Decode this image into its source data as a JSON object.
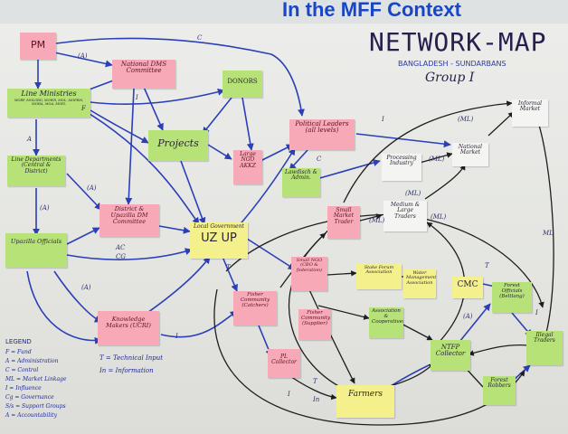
{
  "banner": "In the MFF Context",
  "map_title": "NETWORK-MAP",
  "map_subtitle": "BANGLADESH - SUNDARBANS",
  "map_group": "Group I",
  "nodes": {
    "pm": "PM",
    "national_dms": "National DMS Committee",
    "donors": "DONORS",
    "line_ministries": "Line Ministries",
    "line_ministries_sub": "MOEF, MOLGRD, MOWR, MOL, MOFRM, MOHA, MOA, MOFL",
    "projects": "Projects",
    "large_ngo": "Large NGO AKKZ",
    "political_leaders": "Political Leaders (all levels)",
    "informal_market": "Informal Market",
    "national_market": "National Market",
    "line_departments": "Line Departments (Central & District)",
    "processing_industry": "Processing Industry",
    "lawdisch_admin": "Lawdisch & Admin.",
    "district_dm": "District & Upazilla DM Committee",
    "local_government": "Local Government",
    "uz_up": "UZ UP",
    "small_market_trader": "Small Market Trader",
    "medium_large_traders": "Medium & Large Traders",
    "upazilla_officials": "Upazilla Officials",
    "small_ngo": "Small NGO (CBO & federation)",
    "stakeholder_association": "Stake Forum Association",
    "water_management_association": "Water Management Association",
    "cmc": "CMC",
    "forest_officials": "Forest Officials (Beltlang)",
    "knowledge_makers": "Knowledge Makers (UCRI)",
    "fisher_community_a": "Fisher Community (Catchers)",
    "fisher_community_b": "Fisher Community (Supplier)",
    "association_cooperative": "Association & Cooperatives",
    "ntfp_collector": "NTFP Collector",
    "illegal_traders": "Illegal Traders",
    "pl_collector": "PL Collector",
    "farmers": "Farmers",
    "forest_robbers": "Forest Robbers"
  },
  "edge_labels": [
    "C",
    "(A)",
    "F",
    "I",
    "A",
    "(A)",
    "(A)",
    "(ML)",
    "(ML)",
    "(ML)",
    "(ML)",
    "(ML)",
    "I",
    "C",
    "AC",
    "CG",
    "(A)",
    "T",
    "I",
    "I",
    "T",
    "In",
    "ML",
    "I",
    "(A)",
    "T"
  ],
  "legend": {
    "title": "LEGEND",
    "items": [
      "F = Fund",
      "A = Administration",
      "C = Control",
      "ML = Market Linkage",
      "I = Influence",
      "Cg = Governance",
      "S/s = Support Groups",
      "A = Accountability"
    ],
    "extra": [
      "T = Technical Input",
      "In = Information"
    ]
  },
  "colors": {
    "note_pink": "#f7a9b8",
    "note_green": "#b6e277",
    "note_white": "#f4f4f2",
    "note_yellow": "#f4f08b",
    "arrow_blue": "#2a3fb8",
    "arrow_black": "#1e1e1e",
    "banner_blue": "#1746c8"
  }
}
